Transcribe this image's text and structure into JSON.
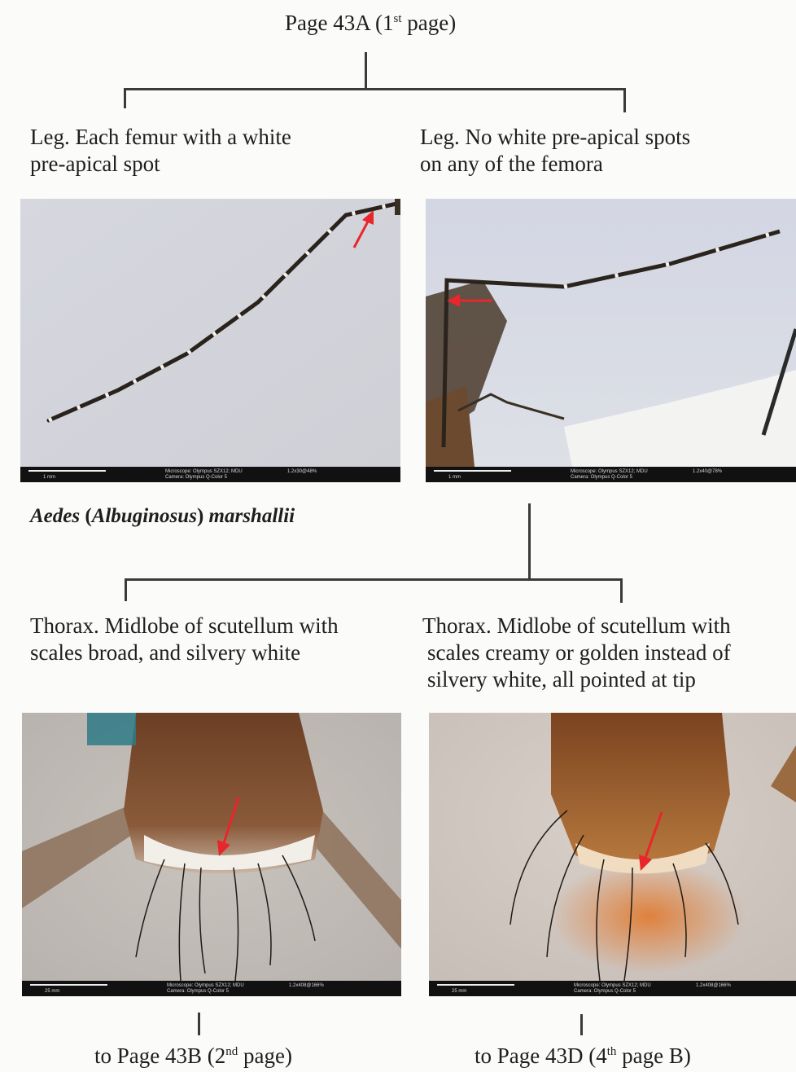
{
  "header": {
    "title_pre": "Page 43A (1",
    "title_sup": "st",
    "title_post": " page)"
  },
  "couplet1": {
    "left_label_line1": "Leg. Each femur with a white",
    "left_label_line2": "pre-apical spot",
    "right_label_line1": "Leg. No white pre-apical spots",
    "right_label_line2": "on any of the femora"
  },
  "result": {
    "species_genus": "Aedes",
    "species_open": " (",
    "species_subgenus": "Albuginosus",
    "species_close": ") ",
    "species_epithet": "marshallii"
  },
  "couplet2": {
    "left_label_line1": "Thorax. Midlobe of scutellum with",
    "left_label_line2": "scales broad, and silvery white",
    "right_label_line1": "Thorax. Midlobe of scutellum with",
    "right_label_line2": "scales creamy or golden instead of",
    "right_label_line3": "silvery white, all pointed at tip"
  },
  "footer": {
    "left_pre": "to Page 43B (2",
    "left_sup": "nd",
    "left_post": " page)",
    "right_pre": "to Page 43D (4",
    "right_sup": "th",
    "right_post": " page B)"
  },
  "photo_captions": {
    "micro_line1": "Microscope: Olympus SZX12; MDU",
    "micro_line2": "Camera: Olympus Q-Color 5",
    "scale_leg_left": "1 mm",
    "scale_leg_right": "1 mm",
    "scale_thorax": "25 mm",
    "mag_leg_left": "1.2x30@48%",
    "mag_leg_right": "1.2x40@78%",
    "mag_thorax_left": "1.2x408@166%",
    "mag_thorax_right": "1.2x408@166%"
  },
  "colors": {
    "arrow": "#e8262b",
    "line": "#3a3a3a"
  }
}
